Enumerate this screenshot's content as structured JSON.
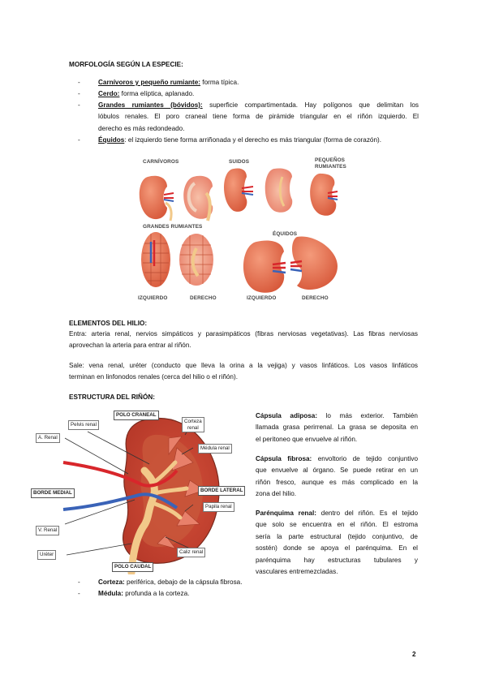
{
  "heading_morfologia": "MORFOLOGÍA SEGÚN LA ESPECIE:",
  "bullets_especie": [
    {
      "term": "Carnívoros y pequeño rumiante:",
      "text": " forma típica."
    },
    {
      "term": "Cerdo:",
      "text": " forma elíptica, aplanado."
    },
    {
      "term": "Grandes rumiantes (bóvidos):",
      "text_lines": [
        "superficie compartimentada. Hay polígonos que delimitan los",
        "lóbulos renales. El poro craneal tiene forma de pirámide triangular en el riñón izquierdo. El",
        "derecho es más redondeado."
      ]
    },
    {
      "term": "Équidos",
      "text": ": el izquierdo tiene forma arriñonada y el derecho es más triangular (forma de corazón)."
    }
  ],
  "figure1": {
    "labels": {
      "carnivoros": "CARNÍVOROS",
      "suidos": "SUIDOS",
      "pequenos_1": "PEQUEÑOS",
      "pequenos_2": "RUMIANTES",
      "grandes": "GRANDES RUMIANTES",
      "equidos": "ÉQUIDOS",
      "izq1": "IZQUIERDO",
      "der1": "DERECHO",
      "izq2": "IZQUIERDO",
      "der2": "DERECHO"
    }
  },
  "heading_hilio": "ELEMENTOS DEL HILIO:",
  "entra": {
    "line1": "Entra: arteria renal, nervios simpáticos y parasimpáticos (fibras nerviosas vegetativas). Las fibras nerviosas",
    "line2": "aprovechan la arteria para entrar al riñón."
  },
  "sale": {
    "line1": "Sale: vena renal, uréter (conducto que lleva la orina a la vejiga) y vasos linfáticos. Los vasos linfáticos",
    "line2": "terminan en linfonodos renales (cerca del hilio o el riñón)."
  },
  "heading_estructura": "ESTRUCTURA DEL RIÑÓN:",
  "figure2": {
    "polo_craneal": "POLO CRANEAL",
    "polo_caudal": "POLO CAUDAL",
    "borde_medial": "BORDE MEDIAL",
    "borde_lateral": "BORDE LATERAL",
    "pelvis_renal": "Pelvis renal",
    "a_renal": "A. Renal",
    "v_renal": "V. Renal",
    "ureter": "Uréter",
    "corteza_renal_1": "Corteza",
    "corteza_renal_2": "renal",
    "medula_renal": "Médula renal",
    "papila_renal": "Papila renal",
    "caliz_renal": "Caliz renal"
  },
  "capsula_adiposa": {
    "term": "Cápsula adiposa:",
    "lines": [
      " lo más exterior. También",
      "llamada grasa perirrenal. La grasa se deposita en",
      "el peritoneo que envuelve al riñón."
    ]
  },
  "capsula_fibrosa": {
    "term": "Cápsula fibrosa:",
    "lines": [
      " envoltorio de tejido conjuntivo",
      "que envuelve al órgano. Se puede retirar en un",
      "riñón fresco, aunque es más complicado en la",
      "zona del hilio."
    ]
  },
  "parenquima": {
    "term": "Parénquima renal:",
    "lines": [
      " dentro del riñón. Es el tejido",
      "que solo se encuentra en el riñón. El estroma",
      "sería la parte estructural (tejido conjuntivo, de",
      "sostén) donde se apoya el parénquima. En el",
      "parénquima hay estructuras tubulares y",
      "vasculares entremezcladas."
    ]
  },
  "bullets_capas": [
    {
      "term": "Corteza:",
      "text": " periférica, debajo de la cápsula fibrosa."
    },
    {
      "term": "Médula:",
      "text": " profunda a la corteza."
    }
  ],
  "page_number": "2",
  "colors": {
    "kidney": "#e8704f",
    "kidney_dark": "#c8553a",
    "artery": "#d8262b",
    "vein": "#3a63b8",
    "ureter": "#f2c98a"
  }
}
